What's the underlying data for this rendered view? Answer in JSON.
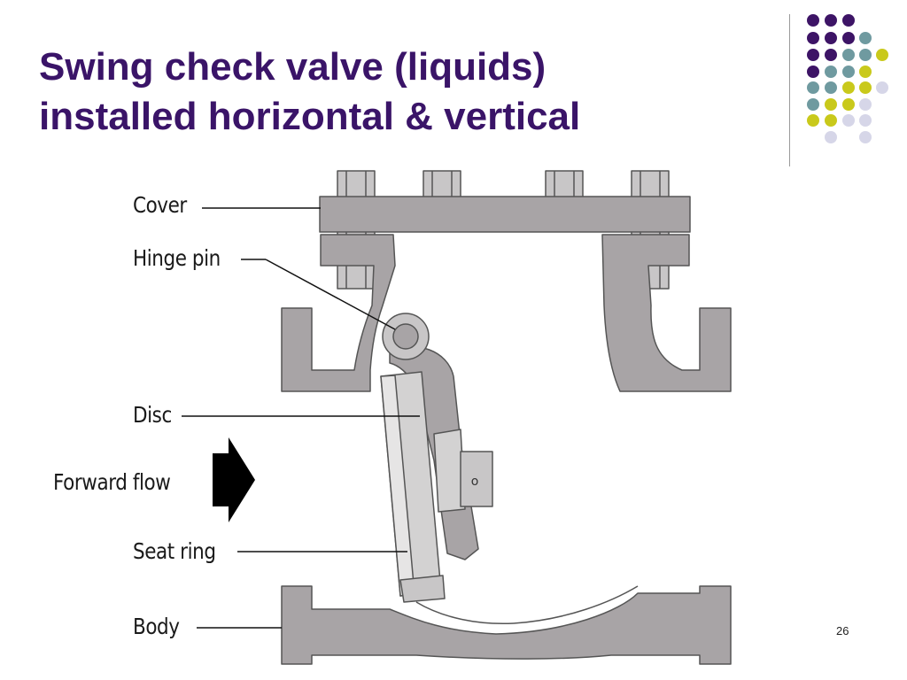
{
  "slide": {
    "title_line1": "Swing check valve (liquids)",
    "title_line2": "installed horizontal & vertical",
    "page_number": "26",
    "colors": {
      "title": "#3a1468",
      "dot_purple": "#3d1466",
      "dot_teal": "#6f9aa0",
      "dot_yellow": "#c9c91b",
      "dot_lavender": "#d6d6e8",
      "valve_fill": "#a8a4a6",
      "disc_fill": "#d3d2d2"
    }
  },
  "diagram": {
    "labels": {
      "cover": "Cover",
      "hinge_pin": "Hinge pin",
      "disc": "Disc",
      "forward_flow": "Forward flow",
      "seat_ring": "Seat ring",
      "body": "Body"
    },
    "disc_nut_mark": "o"
  }
}
